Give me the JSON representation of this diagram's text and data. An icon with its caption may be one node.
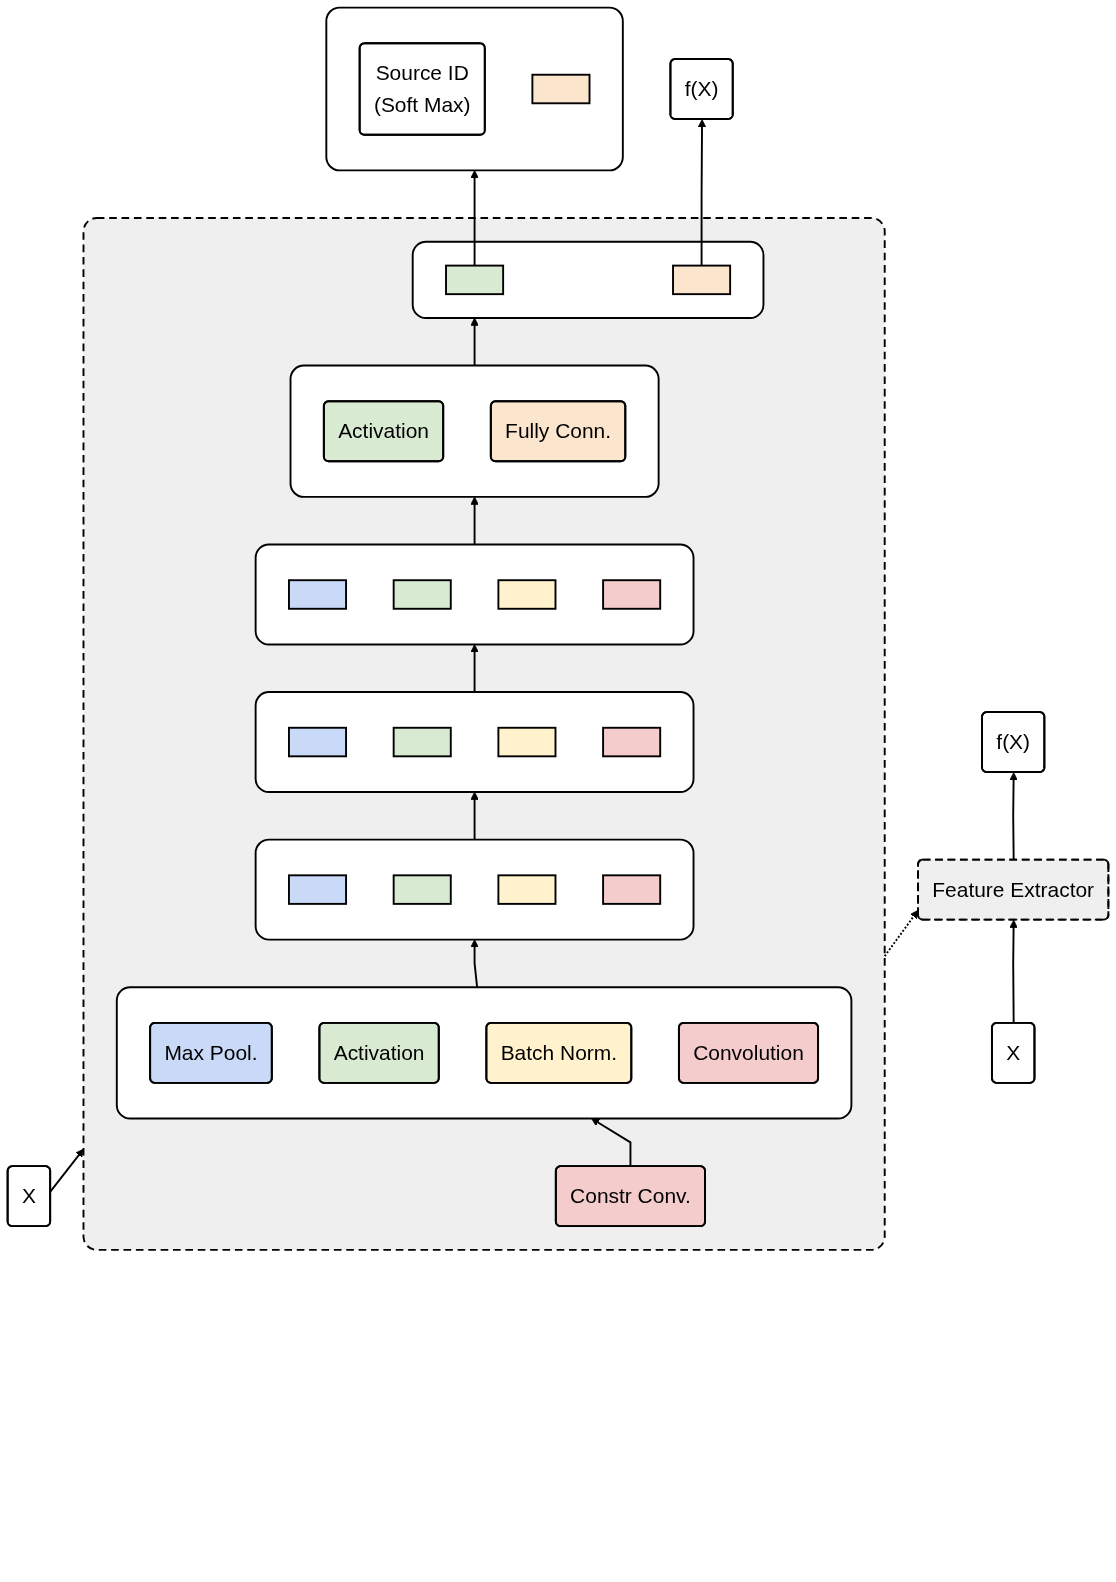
{
  "diagram": {
    "nodes": [
      {
        "text": [],
        "shape": "box"
      },
      {
        "text": [
          "Source ID",
          "(Soft Max)"
        ],
        "in": 0
      },
      {
        "text": [],
        "shape": "bar",
        "in": 0
      },
      {
        "text": [
          "f(X)"
        ]
      },
      {
        "text": [],
        "shape": "box"
      },
      {
        "text": [],
        "shape": "box",
        "in": 4
      },
      {
        "text": [],
        "shape": "bar",
        "in": 5
      },
      {
        "text": [],
        "shape": "bar",
        "in": 5
      },
      {
        "text": [],
        "shape": "box",
        "in": 4
      },
      {
        "text": [
          "Activation"
        ],
        "in": 8
      },
      {
        "text": [
          "Fully Conn."
        ],
        "in": 8
      },
      {
        "text": [],
        "shape": "box",
        "in": 4
      },
      {
        "text": [],
        "shape": "bar",
        "in": 11
      },
      {
        "text": [],
        "shape": "bar",
        "in": 11
      },
      {
        "text": [],
        "shape": "bar",
        "in": 11
      },
      {
        "text": [],
        "shape": "bar",
        "in": 11
      },
      {
        "text": [],
        "shape": "box",
        "in": 4
      },
      {
        "text": [],
        "shape": "bar",
        "in": 16
      },
      {
        "text": [],
        "shape": "bar",
        "in": 16
      },
      {
        "text": [],
        "shape": "bar",
        "in": 16
      },
      {
        "text": [],
        "shape": "bar",
        "in": 16
      },
      {
        "text": [],
        "shape": "box",
        "in": 4
      },
      {
        "text": [],
        "shape": "bar",
        "in": 21
      },
      {
        "text": [],
        "shape": "bar",
        "in": 21
      },
      {
        "text": [],
        "shape": "bar",
        "in": 21
      },
      {
        "text": [],
        "shape": "bar",
        "in": 21
      },
      {
        "text": [],
        "shape": "box",
        "in": 4
      },
      {
        "text": [
          "Max Pool."
        ],
        "in": 26
      },
      {
        "text": [
          "Activation"
        ],
        "in": 26
      },
      {
        "text": [
          "Batch Norm."
        ],
        "in": 26
      },
      {
        "text": [
          "Convolution"
        ],
        "in": 26
      },
      {
        "text": [
          "Constr Conv."
        ],
        "in": 4
      },
      {
        "text": [
          "X"
        ]
      },
      {
        "text": [
          "f(X)"
        ]
      },
      {
        "text": [
          "Feature Extractor"
        ]
      },
      {
        "text": [
          "X"
        ]
      }
    ],
    "edges": [
      {
        "from": 32,
        "to": 4,
        "arrow": "to"
      },
      {
        "from": 31,
        "to": 26,
        "arrow": "to"
      },
      {
        "from": 26,
        "to": 21,
        "arrow": "to"
      },
      {
        "from": 21,
        "to": 16,
        "arrow": "to"
      },
      {
        "from": 16,
        "to": 11,
        "arrow": "to"
      },
      {
        "from": 11,
        "to": 8,
        "arrow": "to"
      },
      {
        "from": 8,
        "to": 5,
        "arrow": "to"
      },
      {
        "from": 6,
        "to": 0,
        "arrow": "to"
      },
      {
        "from": 7,
        "to": 3,
        "arrow": "to"
      },
      {
        "from": 4,
        "to": 34,
        "arrow": "to",
        "style": "dashed"
      },
      {
        "from": 35,
        "to": 34,
        "arrow": "to"
      },
      {
        "from": 34,
        "to": 33,
        "arrow": "to"
      }
    ]
  }
}
